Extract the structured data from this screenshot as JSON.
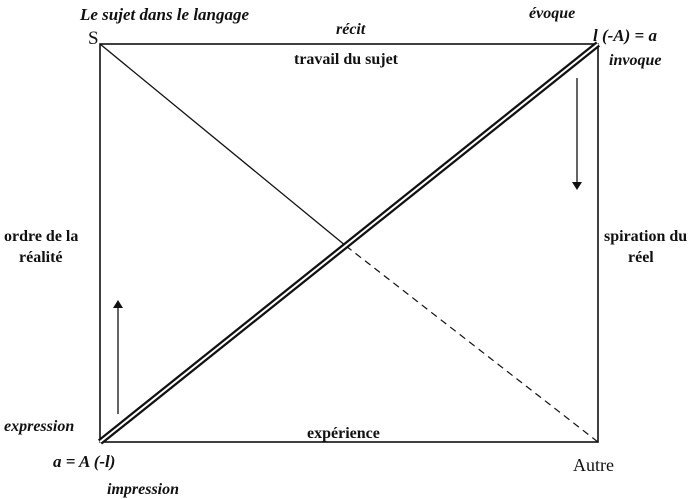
{
  "labels": {
    "top_left_heading": "Le sujet dans le langage",
    "corner_top_left": "S",
    "top_center_italic": "récit",
    "top_center": "travail du sujet",
    "top_right_above": "évoque",
    "corner_top_right": "l (-A) = a",
    "top_right_below": "invoque",
    "left_side_line1": "ordre de la",
    "left_side_line2": "réalité",
    "right_side_line1": "spiration du",
    "right_side_line2": "réel",
    "bottom_left_above": "expression",
    "bottom_center": "expérience",
    "corner_bottom_left": "a = A (-l)",
    "corner_bottom_right": "Autre",
    "bottom_left_below": "impression"
  },
  "colors": {
    "stroke": "#111111"
  }
}
